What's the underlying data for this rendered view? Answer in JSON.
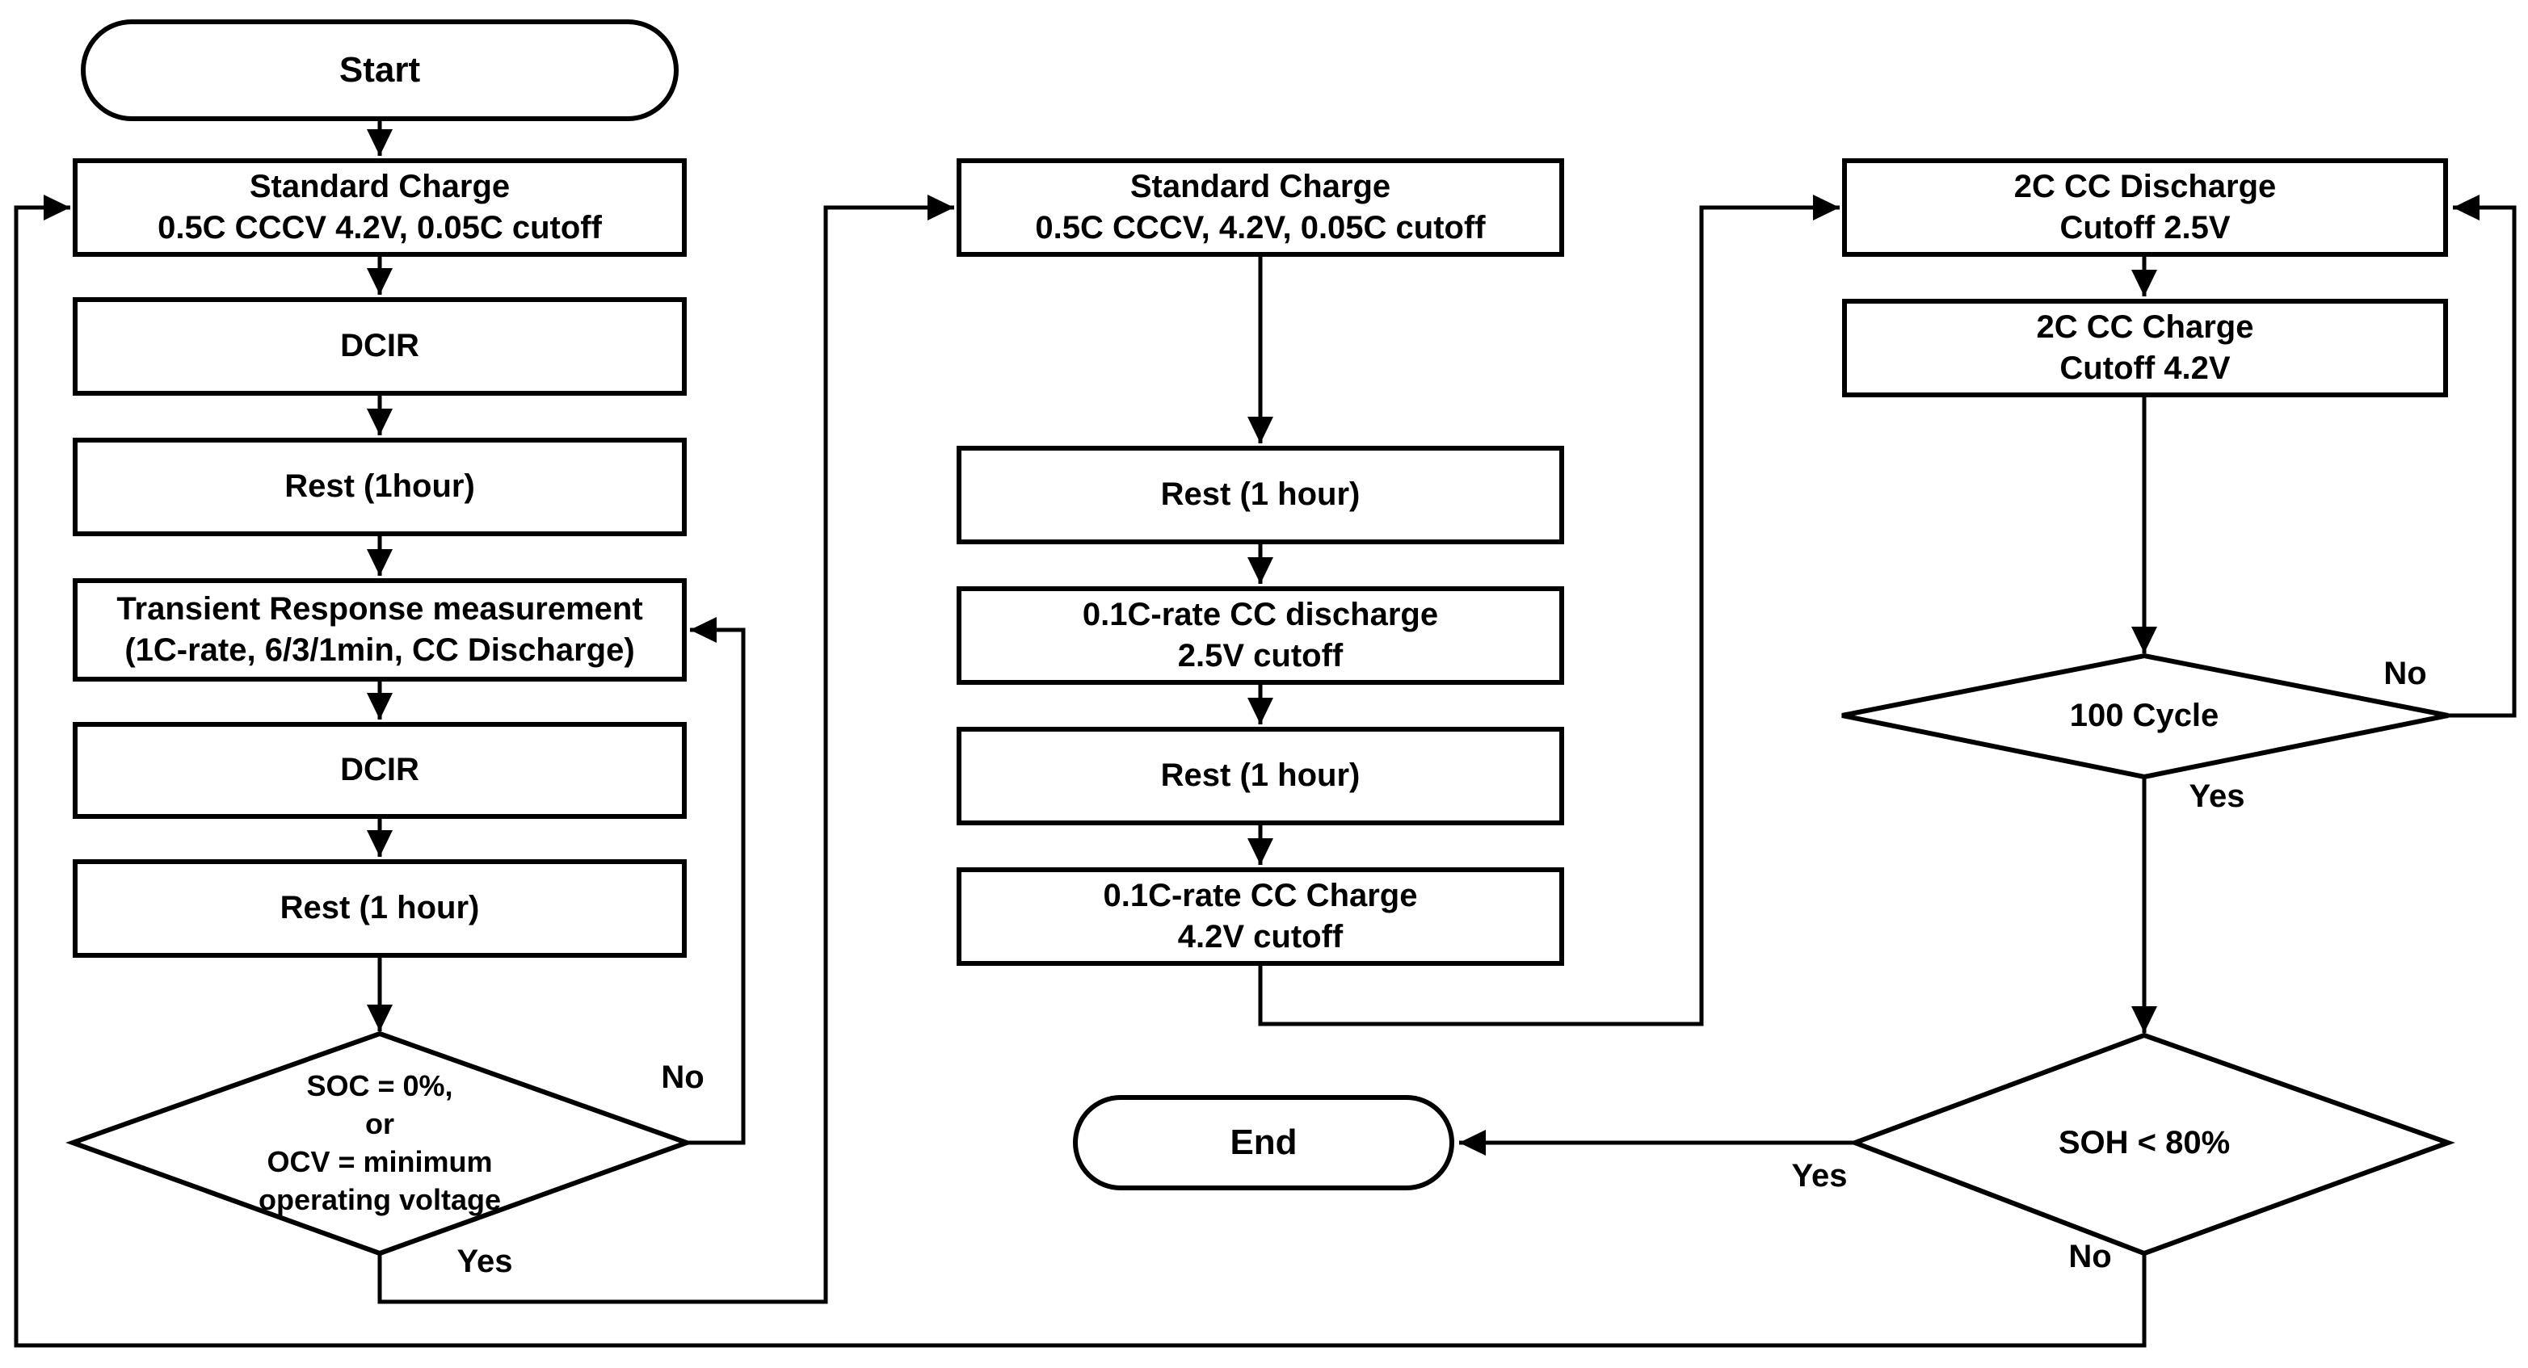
{
  "diagram_title": "Battery test procedure flowchart",
  "nodes": {
    "start": {
      "label": "Start"
    },
    "l_std_charge": {
      "label": "Standard Charge\n0.5C CCCV 4.2V, 0.05C cutoff"
    },
    "l_dcir1": {
      "label": "DCIR"
    },
    "l_rest1": {
      "label": "Rest (1hour)"
    },
    "l_transient": {
      "label": "Transient Response measurement\n(1C-rate, 6/3/1min, CC Discharge)"
    },
    "l_dcir2": {
      "label": "DCIR"
    },
    "l_rest2": {
      "label": "Rest (1 hour)"
    },
    "l_decision": {
      "label": "SOC = 0%,\nor\nOCV = minimum\noperating voltage"
    },
    "m_std_charge": {
      "label": "Standard Charge\n0.5C CCCV, 4.2V, 0.05C cutoff"
    },
    "m_rest1": {
      "label": "Rest (1 hour)"
    },
    "m_discharge": {
      "label": "0.1C-rate CC discharge\n2.5V cutoff"
    },
    "m_rest2": {
      "label": "Rest (1 hour)"
    },
    "m_charge": {
      "label": "0.1C-rate CC Charge\n4.2V cutoff"
    },
    "end": {
      "label": "End"
    },
    "r_discharge": {
      "label": "2C CC Discharge\nCutoff 2.5V"
    },
    "r_charge": {
      "label": "2C CC Charge\nCutoff 4.2V"
    },
    "r_cycle_decision": {
      "label": "100 Cycle"
    },
    "r_soh_decision": {
      "label": "SOH < 80%"
    }
  },
  "edge_labels": {
    "soc_decision_no": "No",
    "soc_decision_yes": "Yes",
    "cycle_decision_no": "No",
    "cycle_decision_yes": "Yes",
    "soh_decision_yes": "Yes",
    "soh_decision_no": "No"
  },
  "colors": {
    "stroke": "#000000",
    "background": "#ffffff"
  }
}
